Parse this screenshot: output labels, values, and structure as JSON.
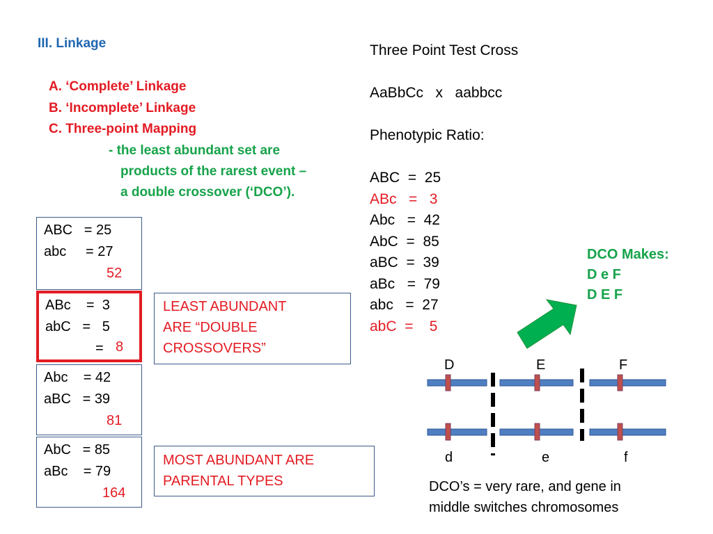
{
  "outline": {
    "heading": "III. Linkage",
    "items": [
      "A. ‘Complete’ Linkage",
      "B. ‘Incomplete’ Linkage",
      "C. Three-point Mapping"
    ],
    "note": [
      "- the least abundant set are",
      "products of the rarest event –",
      "a double crossover (‘DCO’)."
    ]
  },
  "cross": {
    "title": "Three Point Test Cross",
    "parents": "AaBbCc   x   aabbcc",
    "ratio_label": "Phenotypic Ratio:",
    "ratios": [
      {
        "text": "ABC  =  25",
        "highlight": false
      },
      {
        "text": "ABc   =   3",
        "highlight": true
      },
      {
        "text": "Abc   =  42",
        "highlight": false
      },
      {
        "text": "AbC  =  85",
        "highlight": false
      },
      {
        "text": "aBC  =  39",
        "highlight": false
      },
      {
        "text": "aBc   =  79",
        "highlight": false
      },
      {
        "text": "abc   =  27",
        "highlight": false
      },
      {
        "text": "abC  =    5",
        "highlight": true
      }
    ]
  },
  "groups": [
    {
      "line1": "ABC   = 25",
      "line2": "abc     = 27",
      "total": "52"
    },
    {
      "line1": "ABc    =  3",
      "line2": "abC   =   5",
      "total_prefix": "=",
      "total": "8"
    },
    {
      "line1": "Abc    = 42",
      "line2": "aBC   = 39",
      "total": "81"
    },
    {
      "line1": "AbC   = 85",
      "line2": "aBc    = 79",
      "total": "164"
    }
  ],
  "callouts": {
    "least": [
      "LEAST ABUNDANT",
      "ARE “DOUBLE",
      "CROSSOVERS”"
    ],
    "most": [
      "MOST ABUNDANT ARE",
      "PARENTAL TYPES"
    ]
  },
  "dco": {
    "heading": "DCO Makes:",
    "lines": [
      "D e F",
      "D E F"
    ]
  },
  "chromosomes": {
    "top_labels": [
      "D",
      "E",
      "F"
    ],
    "bottom_labels": [
      "d",
      "e",
      "f"
    ],
    "caption": [
      "DCO’s = very rare, and gene in",
      "middle switches chromosomes"
    ]
  },
  "colors": {
    "heading": "#1f66b0",
    "red": "#e31b23",
    "green": "#16a34a",
    "chromosome": "#4f7fc1",
    "marker": "#c0504d"
  }
}
